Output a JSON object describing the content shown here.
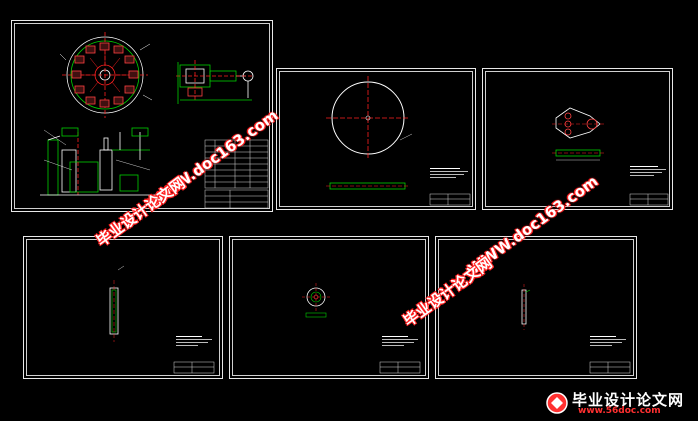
{
  "watermarks": {
    "url": "WWW.doc163.com",
    "site_name": "毕业设计论文网"
  },
  "logo": {
    "title": "毕业设计论文网",
    "url": "www.56doc.com"
  },
  "colors": {
    "background": "#000000",
    "sheet_border": "#e8e8e8",
    "watermark_red": "#ff2020",
    "cad_green": "#00d000",
    "cad_red": "#ff2020",
    "cad_white": "#ffffff"
  },
  "sheets": [
    {
      "name": "assembly-drawing"
    },
    {
      "name": "disc-part-drawing"
    },
    {
      "name": "bracket-part-drawing"
    },
    {
      "name": "shaft-part-drawing"
    },
    {
      "name": "flange-part-drawing"
    },
    {
      "name": "plate-part-drawing"
    }
  ]
}
